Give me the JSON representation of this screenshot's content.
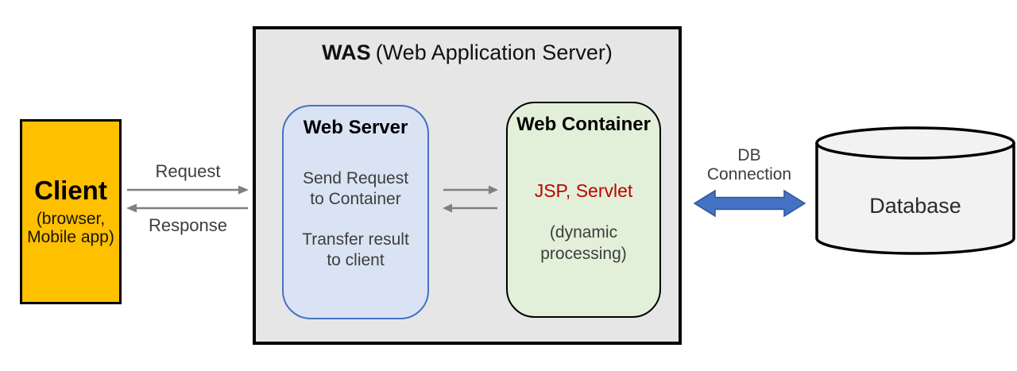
{
  "colors": {
    "client_fill": "#FFC000",
    "was_fill": "#E7E6E6",
    "web_server_fill": "#DAE3F3",
    "web_server_border": "#4472C4",
    "web_container_fill": "#E2F0D9",
    "highlight_red": "#C00000",
    "arrow_gray": "#7F7F7F",
    "db_arrow_fill": "#4472C4",
    "db_arrow_border": "#2F5597",
    "cylinder_fill": "#F2F2F2"
  },
  "client": {
    "title": "Client",
    "subtitle_line1": "(browser,",
    "subtitle_line2": "Mobile app)"
  },
  "flow": {
    "request_label": "Request",
    "response_label": "Response"
  },
  "was": {
    "title_bold": "WAS",
    "title_rest": "(Web Application Server)"
  },
  "web_server": {
    "title": "Web Server",
    "desc1_line1": "Send Request",
    "desc1_line2": "to Container",
    "desc2_line1": "Transfer result",
    "desc2_line2": "to client"
  },
  "web_container": {
    "title": "Web Container",
    "highlight": "JSP, Servlet",
    "note_line1": "(dynamic",
    "note_line2": "processing)"
  },
  "db": {
    "connection_line1": "DB",
    "connection_line2": "Connection",
    "database_label": "Database"
  }
}
